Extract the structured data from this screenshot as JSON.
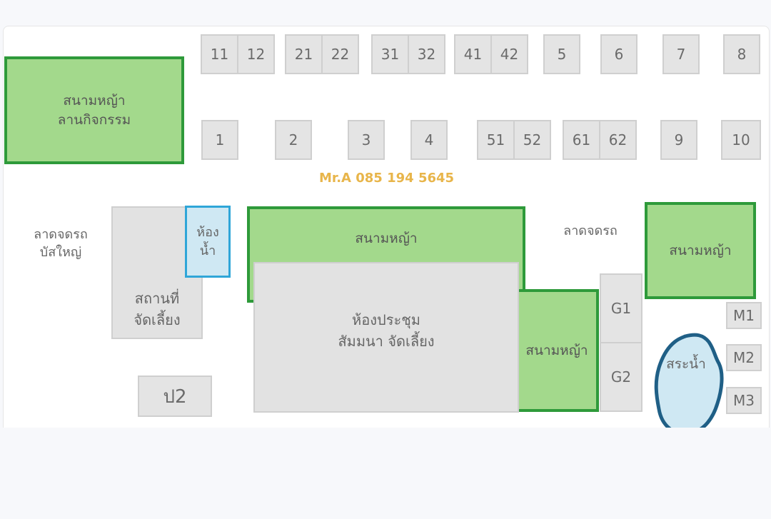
{
  "rooms_top": [
    "11",
    "12",
    "21",
    "22",
    "31",
    "32",
    "41",
    "42",
    "5",
    "6",
    "7",
    "8"
  ],
  "rooms_mid": [
    "1",
    "2",
    "3",
    "4",
    "51",
    "52",
    "61",
    "62",
    "9",
    "10"
  ],
  "rooms_side": [
    "G1",
    "G2",
    "M1",
    "M2",
    "M3"
  ],
  "room_p2": "ป2",
  "grass_activity": "สนามหญ้า\nลานกิจกรรม",
  "grass_label": "สนามหญ้า",
  "bus_parking": "ลาดจดรถ\nบัสใหญ่",
  "car_parking": "ลาดจดรถ",
  "party_venue": "สถานที่\nจัดเลี้ยง",
  "restroom": "ห้อง\nน้ำ",
  "meeting_hall": "ห้องประชุม\nสัมมนา จัดเลี้ยง",
  "pool": "สระน้ำ",
  "contact": "Mr.A 085 194 5645",
  "colors": {
    "grass_fill": "#a3d98c",
    "grass_border": "#2e9a3a",
    "room_fill": "#e4e4e4",
    "water_fill": "#cfe8f3",
    "water_border": "#1f5f86",
    "contact_text": "#e8b54a"
  }
}
